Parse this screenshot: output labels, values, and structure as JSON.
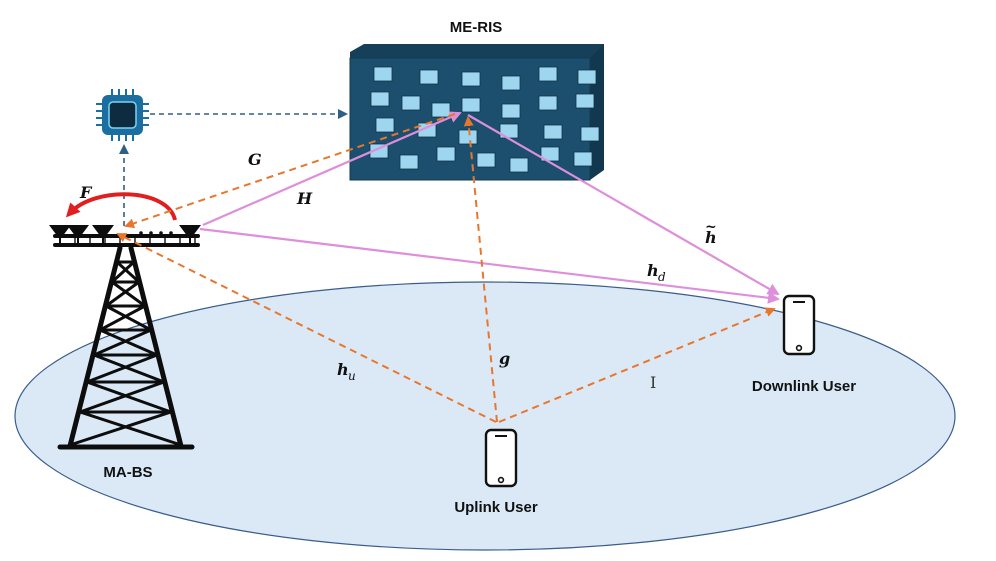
{
  "nodes": {
    "ris": "ME-RIS",
    "bs": "MA-BS",
    "downlink_user": "Downlink User",
    "uplink_user": "Uplink User"
  },
  "channels": {
    "G": "G",
    "H": "H",
    "F": "F",
    "h_tilde": "h",
    "h_tilde_accent": "~",
    "h_d_main": "h",
    "h_d_sub": "d",
    "h_u_main": "h",
    "h_u_sub": "u",
    "g": "g",
    "interference": "I"
  },
  "colors": {
    "coverage_fill": "#dbe9f7",
    "coverage_stroke": "#3a5d8a",
    "ris_panel": "#1c4f6e",
    "ris_element": "#9fd6ef",
    "uplink_dashed": "#e8762d",
    "downlink_solid": "#dd8fdb",
    "control_dashed": "#2e5f85",
    "rotation_arrow": "#e02020"
  },
  "icons": {
    "chip": "processor-chip-icon",
    "tower": "lattice-tower-icon",
    "phone": "smartphone-icon"
  }
}
